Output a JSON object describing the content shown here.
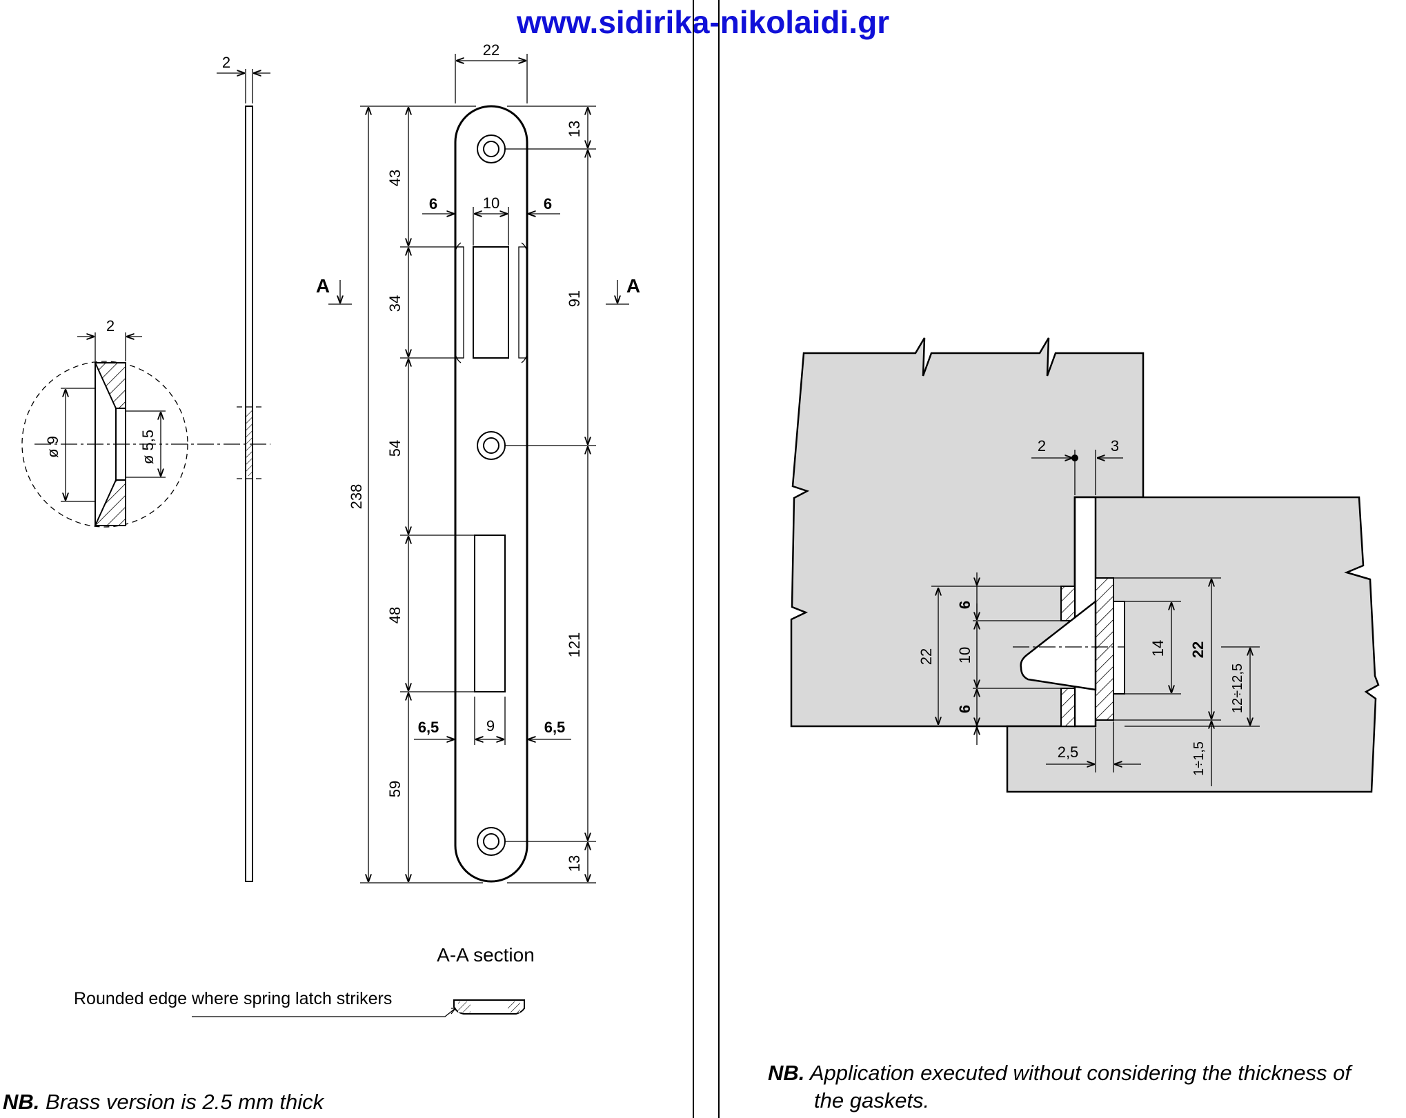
{
  "header": {
    "website": "www.sidirika-nikolaidi.gr"
  },
  "plate_drawing": {
    "thickness_label": "2",
    "width_label": "22",
    "total_length_label": "238",
    "segment_labels": [
      "43",
      "34",
      "54",
      "48",
      "59"
    ],
    "right_labels": [
      "13",
      "91",
      "121",
      "13"
    ],
    "upper_slot_labels": [
      "6",
      "10",
      "6"
    ],
    "lower_slot_labels": [
      "6,5",
      "9",
      "6,5"
    ],
    "section_marker": "A"
  },
  "hole_detail": {
    "thickness_label": "2",
    "outer_diameter_label": "ø 9",
    "inner_diameter_label": "ø 5,5"
  },
  "section_view": {
    "caption": "A-A section",
    "rounded_edge_note": "Rounded edge where spring latch strikers"
  },
  "application_view": {
    "top_labels": [
      "2",
      "3"
    ],
    "left_labels": [
      "22",
      "6",
      "10",
      "6"
    ],
    "right_labels": [
      "14",
      "22",
      "12÷12,5"
    ],
    "bottom_labels": [
      "2,5",
      "1÷1,5"
    ]
  },
  "notes": {
    "nb_prefix": "NB.",
    "left_note": "Brass version is 2.5 mm thick",
    "right_note_line1": "Application executed without considering the thickness of",
    "right_note_line2": "the gaskets."
  }
}
